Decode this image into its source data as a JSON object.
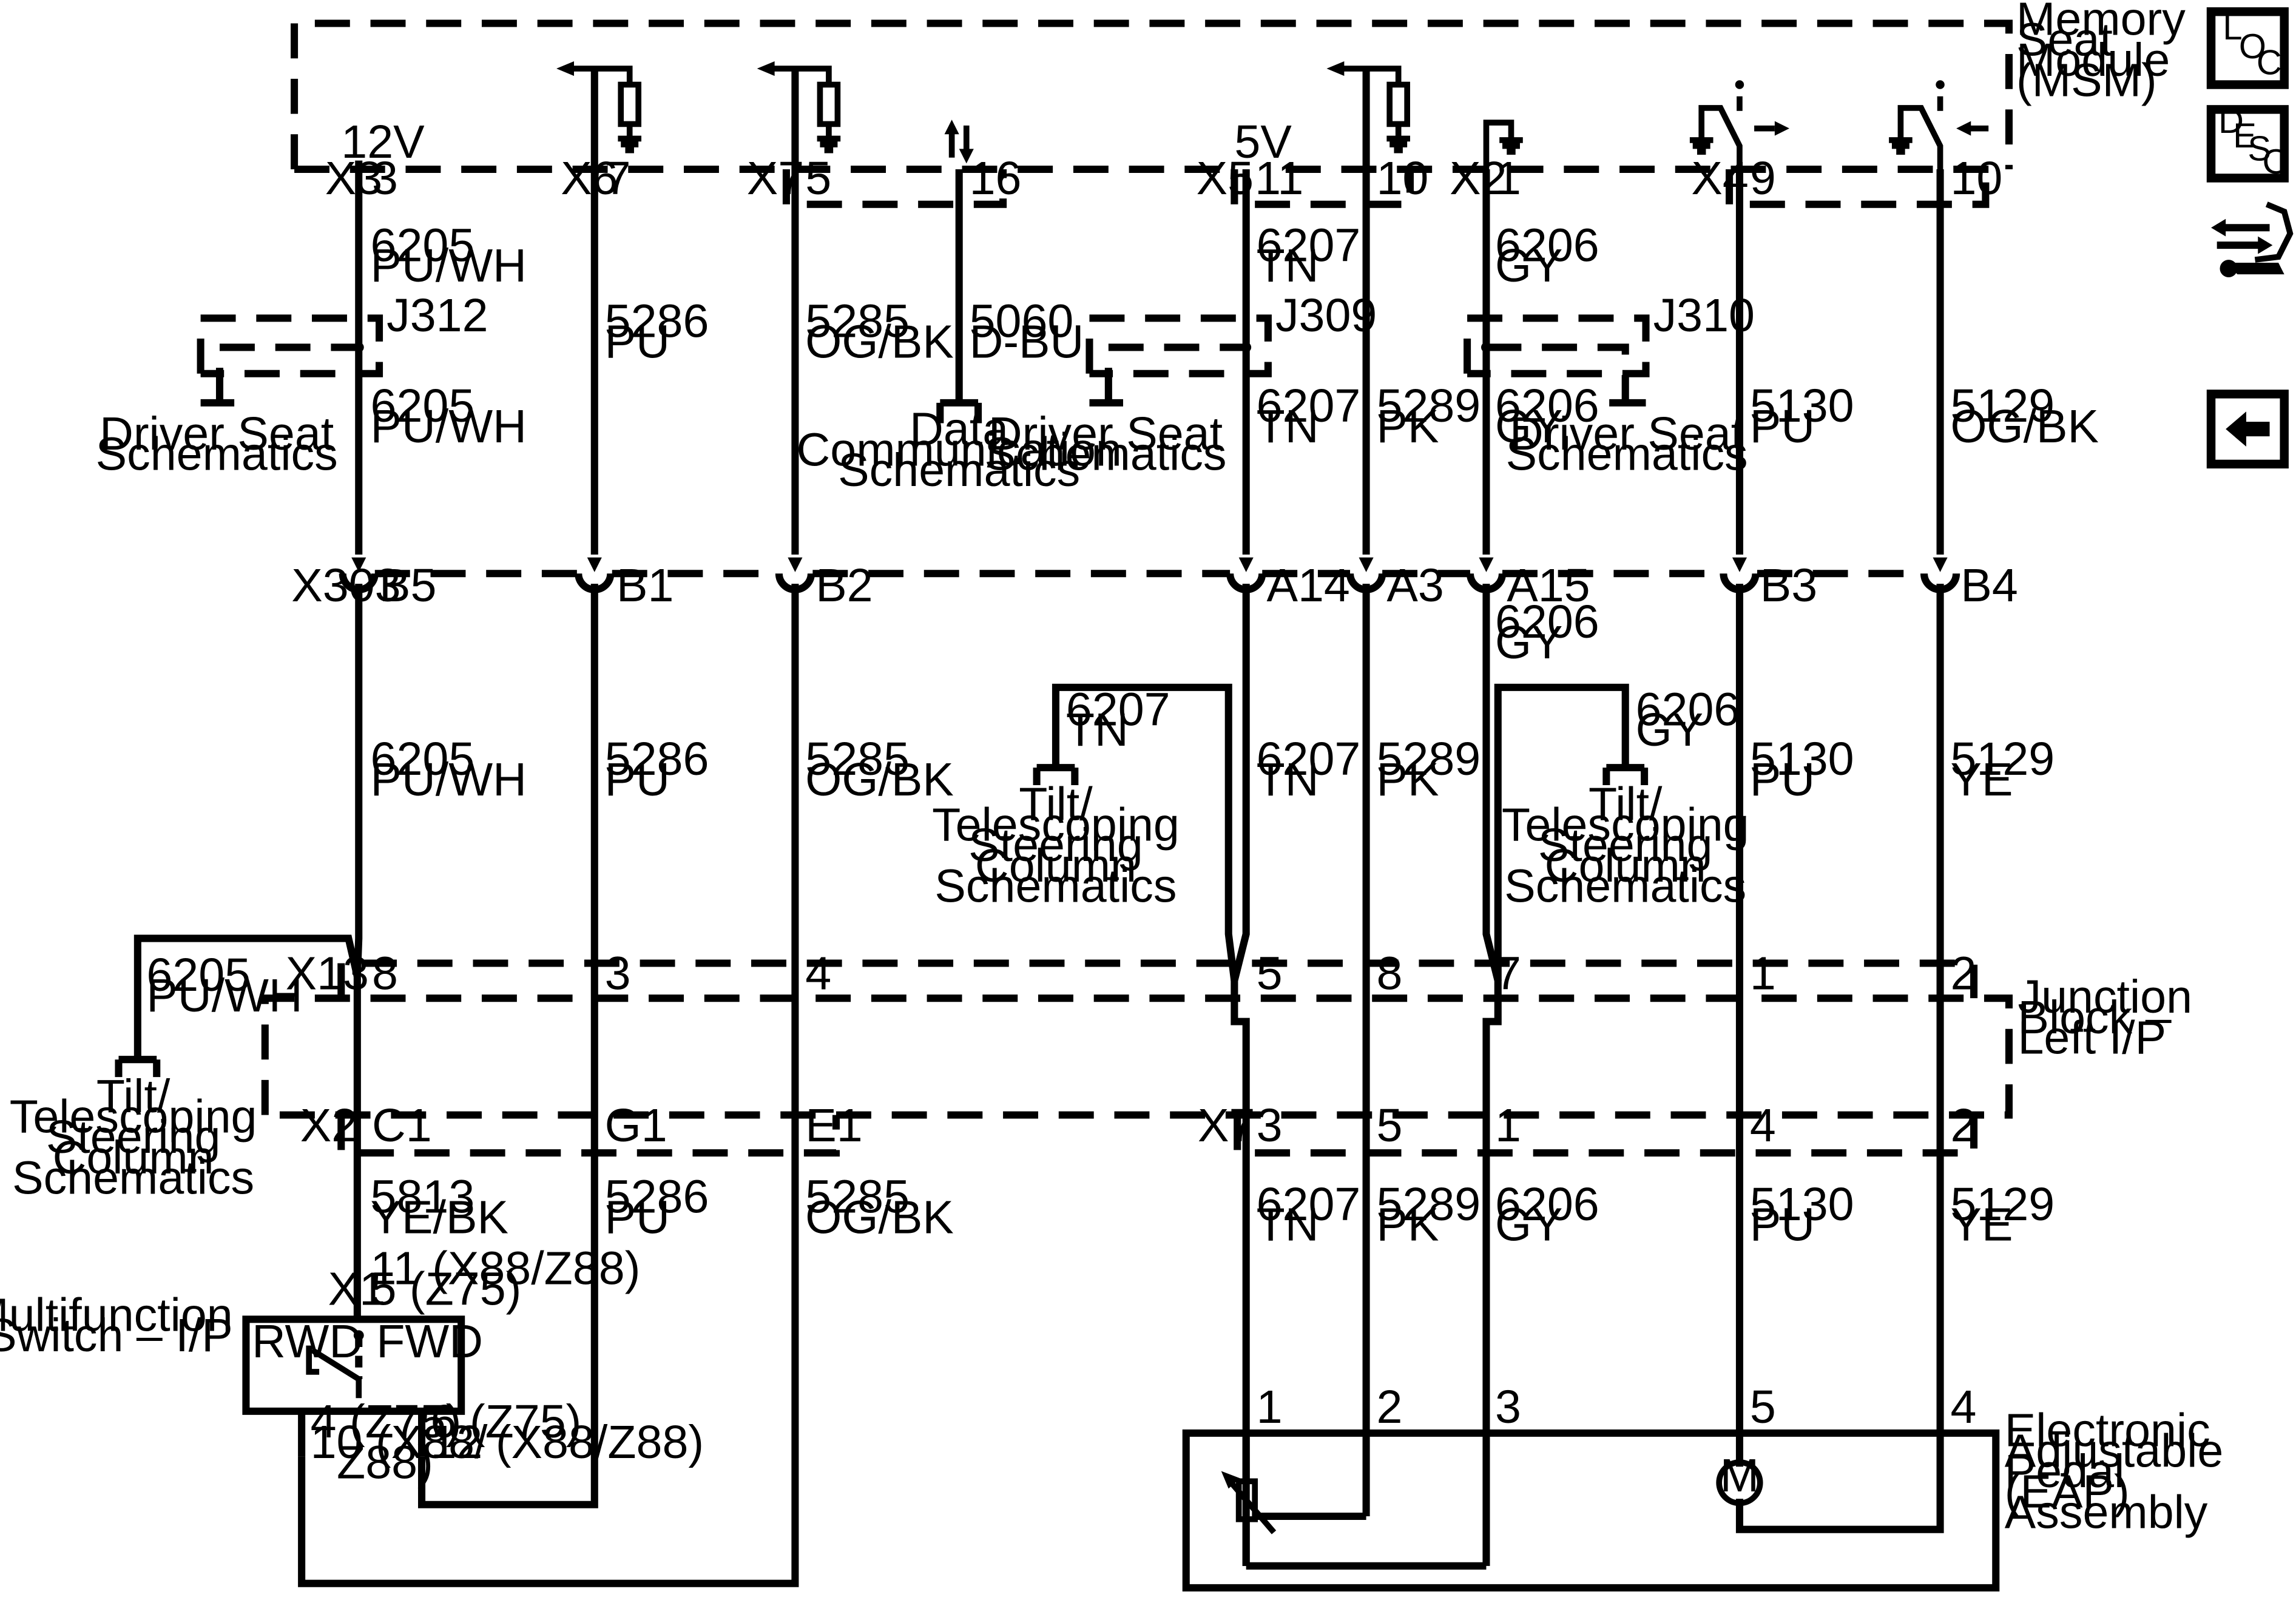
{
  "module": {
    "name": [
      "Memory",
      "Seat",
      "Module",
      "(MSM)"
    ],
    "v12": "12V",
    "v5": "5V"
  },
  "msm_pins": [
    {
      "conn": "X3",
      "pin": "3"
    },
    {
      "conn": "X6",
      "pin": "7"
    },
    {
      "conn": "X7",
      "pin": "5"
    },
    {
      "conn": "",
      "pin": "16"
    },
    {
      "conn": "X5",
      "pin": "11"
    },
    {
      "conn": "",
      "pin": "10"
    },
    {
      "conn": "X2",
      "pin": "1"
    },
    {
      "conn": "X4",
      "pin": "9"
    },
    {
      "conn": "",
      "pin": "10"
    }
  ],
  "wires_top": [
    {
      "num": "6205",
      "color": "PU/WH"
    },
    {
      "num": "5286",
      "color": "PU"
    },
    {
      "num": "5285",
      "color": "OG/BK"
    },
    {
      "num": "5060",
      "color": "D-BU"
    },
    {
      "num": "6207",
      "color": "TN"
    },
    {
      "num": "6206",
      "color": "GY"
    }
  ],
  "wires_mid": [
    {
      "num": "6205",
      "color": "PU/WH"
    },
    {
      "num": "6207",
      "color": "TN"
    },
    {
      "num": "5289",
      "color": "PK"
    },
    {
      "num": "6206",
      "color": "GY"
    },
    {
      "num": "5130",
      "color": "PU"
    },
    {
      "num": "5129",
      "color": "OG/BK"
    }
  ],
  "splices": {
    "j312": "J312",
    "j309": "J309",
    "j310": "J310"
  },
  "refs": {
    "driver_seat": [
      "Driver Seat",
      "Schematics"
    ],
    "data_comm": [
      "Data",
      "Communication",
      "Schematics"
    ],
    "tilt": [
      "Tilt/",
      "Telescoping",
      "Steering",
      "Column",
      "Schematics"
    ]
  },
  "x303": {
    "name": "X303",
    "pins": [
      "B5",
      "B1",
      "B2",
      "A14",
      "A3",
      "A15",
      "B3",
      "B4"
    ]
  },
  "x303_extra_wire": {
    "num": "6206",
    "color": "GY"
  },
  "branch_wires": [
    {
      "num": "6207",
      "color": "TN"
    },
    {
      "num": "6206",
      "color": "GY"
    },
    {
      "num": "6205",
      "color": "PU/WH"
    }
  ],
  "wires_lower": [
    {
      "num": "6205",
      "color": "PU/WH"
    },
    {
      "num": "5286",
      "color": "PU"
    },
    {
      "num": "5285",
      "color": "OG/BK"
    },
    {
      "num": "6207",
      "color": "TN"
    },
    {
      "num": "5289",
      "color": "PK"
    },
    {
      "num": "5130",
      "color": "PU"
    },
    {
      "num": "5129",
      "color": "YE"
    }
  ],
  "junction_block": {
    "name": [
      "Junction",
      "Block –",
      "Left I/P"
    ],
    "x13": {
      "name": "X13",
      "pins": [
        "8",
        "3",
        "4",
        "5",
        "8",
        "7",
        "1",
        "2"
      ]
    },
    "x2": {
      "name": "X2",
      "pins": [
        "C1",
        "G1",
        "E1"
      ]
    },
    "x7": {
      "name": "X7",
      "pins": [
        "3",
        "5",
        "1",
        "4",
        "2"
      ]
    }
  },
  "wires_bottom": [
    {
      "num": "5813",
      "color": "YE/BK"
    },
    {
      "num": "5286",
      "color": "PU"
    },
    {
      "num": "5285",
      "color": "OG/BK"
    },
    {
      "num": "6207",
      "color": "TN"
    },
    {
      "num": "5289",
      "color": "PK"
    },
    {
      "num": "6206",
      "color": "GY"
    },
    {
      "num": "5130",
      "color": "PU"
    },
    {
      "num": "5129",
      "color": "YE"
    }
  ],
  "switch": {
    "name": [
      "Multifunction",
      "Switch – I/P"
    ],
    "conn": "X1",
    "pin_top": [
      "11 (X88/Z88)",
      "5 (Z75)"
    ],
    "rwd": "RWD",
    "fwd": "FWD",
    "pin_left": [
      "4 (Z75)",
      "10 (X88/",
      "Z88)"
    ],
    "pin_right": [
      "6 (Z75)",
      "12 (X88/Z88)"
    ]
  },
  "eap": {
    "name": [
      "Electronic",
      "Adjustable",
      "Pedal",
      "(EAP)",
      "Assembly"
    ],
    "pins": [
      "1",
      "2",
      "3",
      "5",
      "4"
    ],
    "motor": "M"
  },
  "nav": {
    "loc": [
      "L",
      "O",
      "C"
    ],
    "desc": [
      "D",
      "E",
      "S",
      "C"
    ]
  }
}
